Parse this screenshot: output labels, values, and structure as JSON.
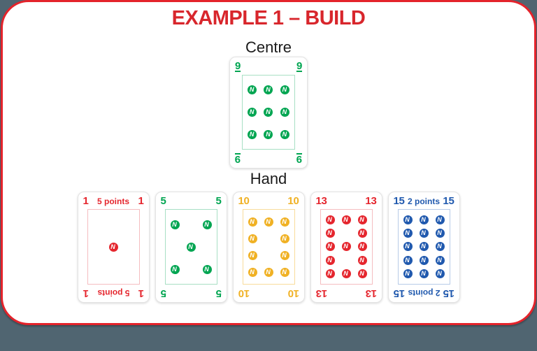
{
  "title": "EXAMPLE 1 – BUILD",
  "sections": {
    "centre_label": "Centre",
    "hand_label": "Hand"
  },
  "colors": {
    "background": "#506571",
    "panel_background": "#ffffff",
    "panel_border": "#e4232b",
    "title_text": "#d8262c",
    "label_text": "#1b1b1b",
    "red": "#e5262e",
    "green": "#00a551",
    "yellow": "#f0b124",
    "blue": "#2059ae"
  },
  "tints": {
    "red": "#f5bdc0",
    "green": "#a8dfc4",
    "yellow": "#f8dc9b",
    "blue": "#b7cbe7"
  },
  "pip_glyph": "N",
  "centre_card": {
    "value": "9",
    "color": "green",
    "underlined": true,
    "points_label": "",
    "pip_rows": [
      [
        1,
        1,
        1
      ],
      [
        1,
        1,
        1
      ],
      [
        1,
        1,
        1
      ]
    ]
  },
  "hand_cards": [
    {
      "value": "1",
      "color": "red",
      "underlined": false,
      "points_label": "5 points",
      "pip_rows": [
        [
          0,
          0,
          0
        ],
        [
          0,
          1,
          0
        ],
        [
          0,
          0,
          0
        ]
      ]
    },
    {
      "value": "5",
      "color": "green",
      "underlined": false,
      "points_label": "",
      "pip_rows": [
        [
          1,
          0,
          1
        ],
        [
          0,
          1,
          0
        ],
        [
          1,
          0,
          1
        ]
      ]
    },
    {
      "value": "10",
      "color": "yellow",
      "underlined": false,
      "points_label": "",
      "pip_rows": [
        [
          1,
          1,
          1
        ],
        [
          1,
          0,
          1
        ],
        [
          1,
          0,
          1
        ],
        [
          1,
          1,
          1
        ]
      ]
    },
    {
      "value": "13",
      "color": "red",
      "underlined": false,
      "points_label": "",
      "pip_rows": [
        [
          1,
          1,
          1
        ],
        [
          1,
          0,
          1
        ],
        [
          1,
          1,
          1
        ],
        [
          1,
          0,
          1
        ],
        [
          1,
          1,
          1
        ]
      ]
    },
    {
      "value": "15",
      "color": "blue",
      "underlined": false,
      "points_label": "2 points",
      "pip_rows": [
        [
          1,
          1,
          1
        ],
        [
          1,
          1,
          1
        ],
        [
          1,
          1,
          1
        ],
        [
          1,
          1,
          1
        ],
        [
          1,
          1,
          1
        ]
      ]
    }
  ]
}
